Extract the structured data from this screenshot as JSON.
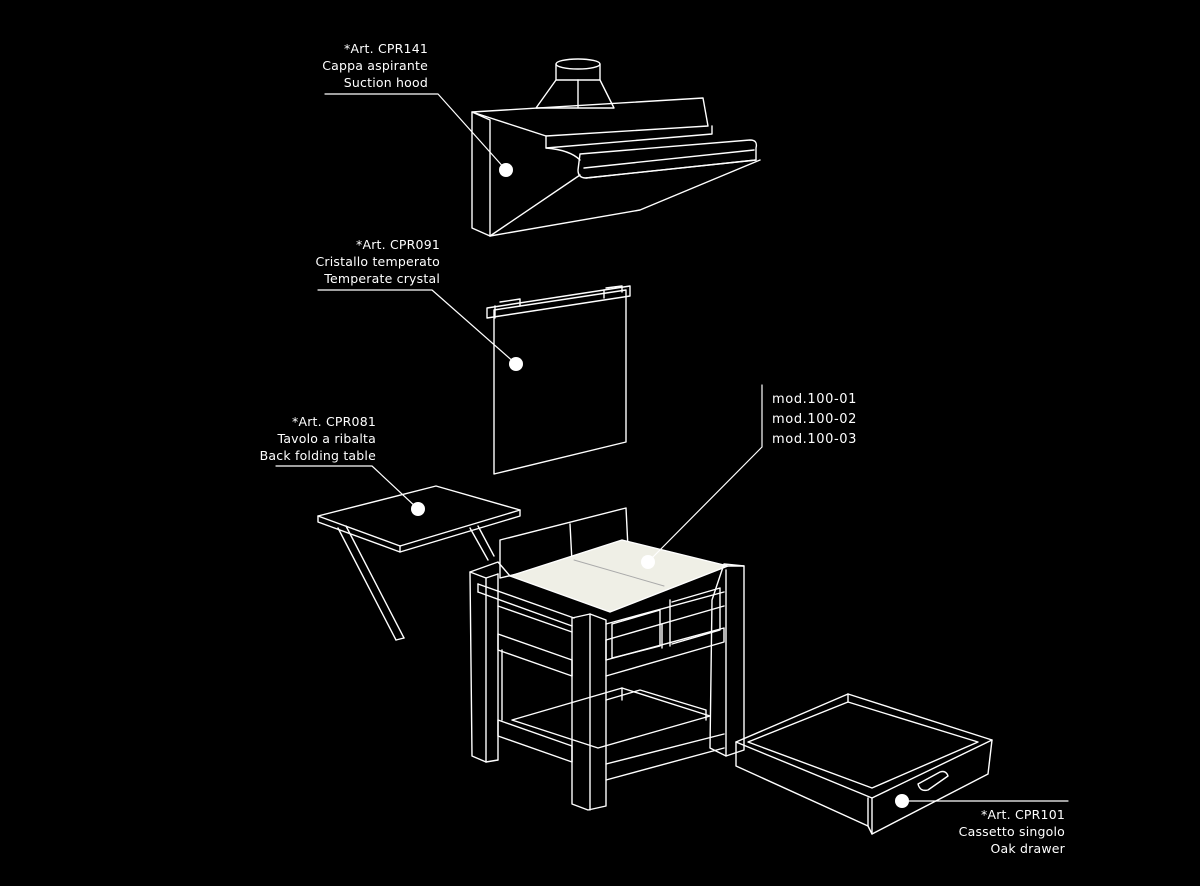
{
  "labels": {
    "hood": {
      "code": "*Art. CPR141",
      "name_it": "Cappa aspirante",
      "name_en": "Suction hood"
    },
    "crystal": {
      "code": "*Art. CPR091",
      "name_it": "Cristallo temperato",
      "name_en": "Temperate crystal"
    },
    "table": {
      "code": "*Art. CPR081",
      "name_it": "Tavolo a ribalta",
      "name_en": "Back folding table"
    },
    "models": [
      "mod.100-01",
      "mod.100-02",
      "mod.100-03"
    ],
    "drawer": {
      "code": "*Art. CPR101",
      "name_it": "Cassetto singolo",
      "name_en": "Oak drawer"
    }
  },
  "colors": {
    "background": "#000000",
    "line": "#ffffff",
    "panel_fill": "#efefe6"
  }
}
